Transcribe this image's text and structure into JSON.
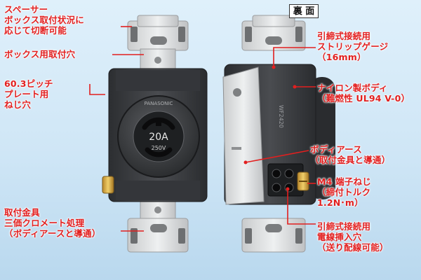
{
  "back_tag": "裏 面",
  "front_labels": {
    "spacer": "スペーサー\nボックス取付状況に\n応じて切断可能",
    "box_hole": "ボックス用取付穴",
    "pitch": "60.3ピッチ\nプレート用\nねじ穴",
    "bracket": "取付金具\n三価クロメート処理\n（ボディアースと導通）"
  },
  "back_labels": {
    "strip_gauge": "引締式接続用\nストリップゲージ\n（16mm）",
    "nylon_body": "ナイロン製ボディ\n（難燃性 UL94 V-0）",
    "body_earth": "ボディアース\n（取付金具と導通）",
    "m4_screw": "M4 端子ねじ\n（締付トルク\n1.2N･m）",
    "wire_hole": "引締式接続用\n電線挿入穴\n（送り配線可能）"
  },
  "receptacle_face": {
    "rating": "20A",
    "voltage": "250V",
    "brand": "PANASONIC",
    "code": "WF2420"
  },
  "colors": {
    "label": "#e21f1f",
    "body": "#3d3f42",
    "bracket": "#d8dadb",
    "background": "#cfe6f6"
  }
}
